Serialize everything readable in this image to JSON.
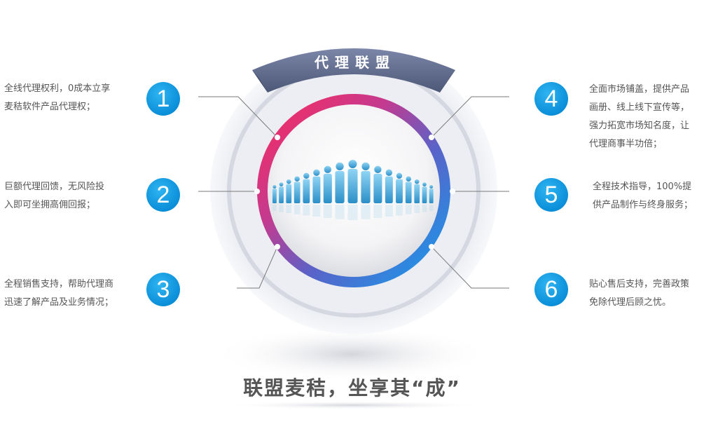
{
  "banner": {
    "title": "代理联盟"
  },
  "items": [
    {
      "number": "1",
      "lines": [
        "全线代理权利，0成本立享",
        "麦秸软件产品代理权；"
      ]
    },
    {
      "number": "2",
      "lines": [
        "巨额代理回馈，无风险投",
        "入即可坐拥高佣回报；"
      ]
    },
    {
      "number": "3",
      "lines": [
        "全程销售支持，帮助代理商",
        "迅速了解产品及业务情况；"
      ]
    },
    {
      "number": "4",
      "lines": [
        "全面市场铺盖，提供产品",
        "画册、线上线下宣传等，",
        "强力拓宽市场知名度，让",
        "代理商事半功倍；"
      ]
    },
    {
      "number": "5",
      "lines": [
        "全程技术指导，100%提",
        "供产品制作与终身服务；"
      ]
    },
    {
      "number": "6",
      "lines": [
        "贴心售后支持，完善政策",
        "免除代理后顾之忧。"
      ]
    }
  ],
  "slogan": "联盟麦秸，坐享其“成”",
  "colors": {
    "badge": "#0a8fd9",
    "ring_pink": "#e8265f",
    "ring_blue": "#1a9be8",
    "banner": "#5b6789"
  },
  "icons": {
    "center": "people-crowd-icon"
  }
}
